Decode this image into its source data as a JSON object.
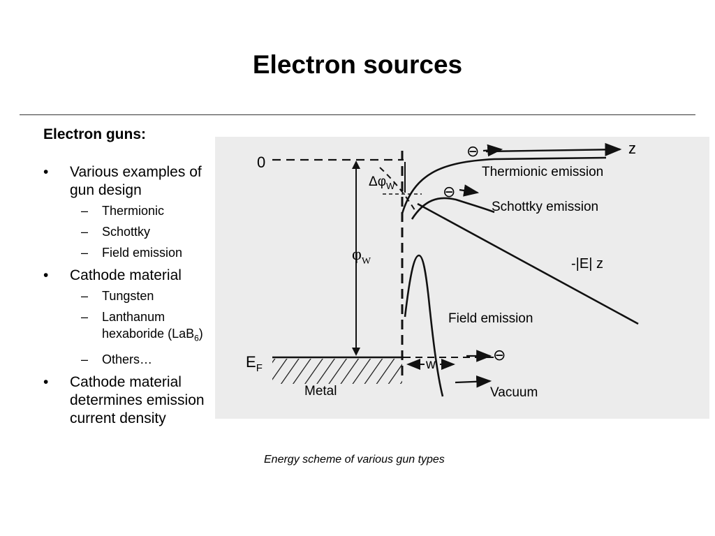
{
  "slide": {
    "title": "Electron sources",
    "section_heading": "Electron guns:",
    "bullets": [
      {
        "text": "Various examples of gun design",
        "sub": [
          "Thermionic",
          "Schottky",
          "Field emission"
        ]
      },
      {
        "text": "Cathode material",
        "sub": [
          "Tungsten",
          "Lanthanum hexaboride (LaB",
          "Others…"
        ],
        "lab6_subscript": "6",
        "lab6_close": ")"
      },
      {
        "text": "Cathode material determines emission current density"
      }
    ],
    "caption": "Energy scheme of various gun types"
  },
  "diagram": {
    "labels": {
      "zero": "0",
      "z": "z",
      "thermionic": "Thermionic emission",
      "schottky": "Schottky emission",
      "field": "Field emission",
      "delta_phi": "Δφ",
      "delta_phi_sub": "W",
      "phi": "φ",
      "phi_sub": "W",
      "neg_ez": "-|E| z",
      "ef": "E",
      "ef_sub": "F",
      "w": "w",
      "metal": "Metal",
      "vacuum": "Vacuum",
      "electron": "⊖"
    }
  }
}
